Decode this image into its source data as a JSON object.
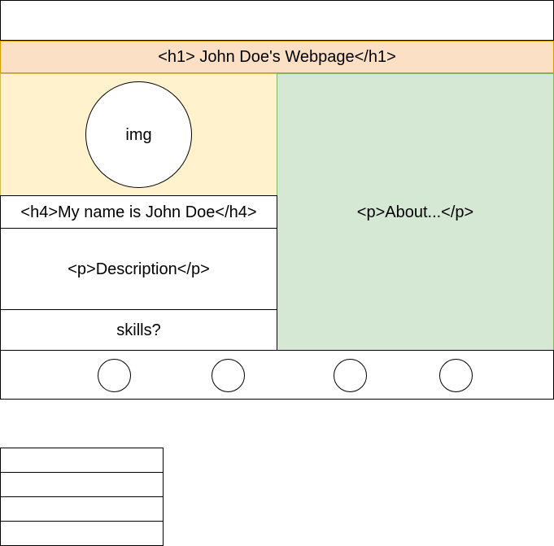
{
  "title_bar": {
    "label": "<h1> John Doe's Webpage</h1>"
  },
  "profile": {
    "image_label": "img",
    "name_label": "<h4>My name is John Doe</h4>",
    "description_label": "<p>Description</p>",
    "skills_label": "skills?"
  },
  "about": {
    "label": "<p>About...</p>"
  },
  "colors": {
    "title_fill": "#fbe0c6",
    "title_stroke": "#d79b00",
    "profile_fill": "#fff2cc",
    "profile_stroke": "#d6b656",
    "about_fill": "#d5e8d4",
    "about_stroke": "#82b366"
  }
}
